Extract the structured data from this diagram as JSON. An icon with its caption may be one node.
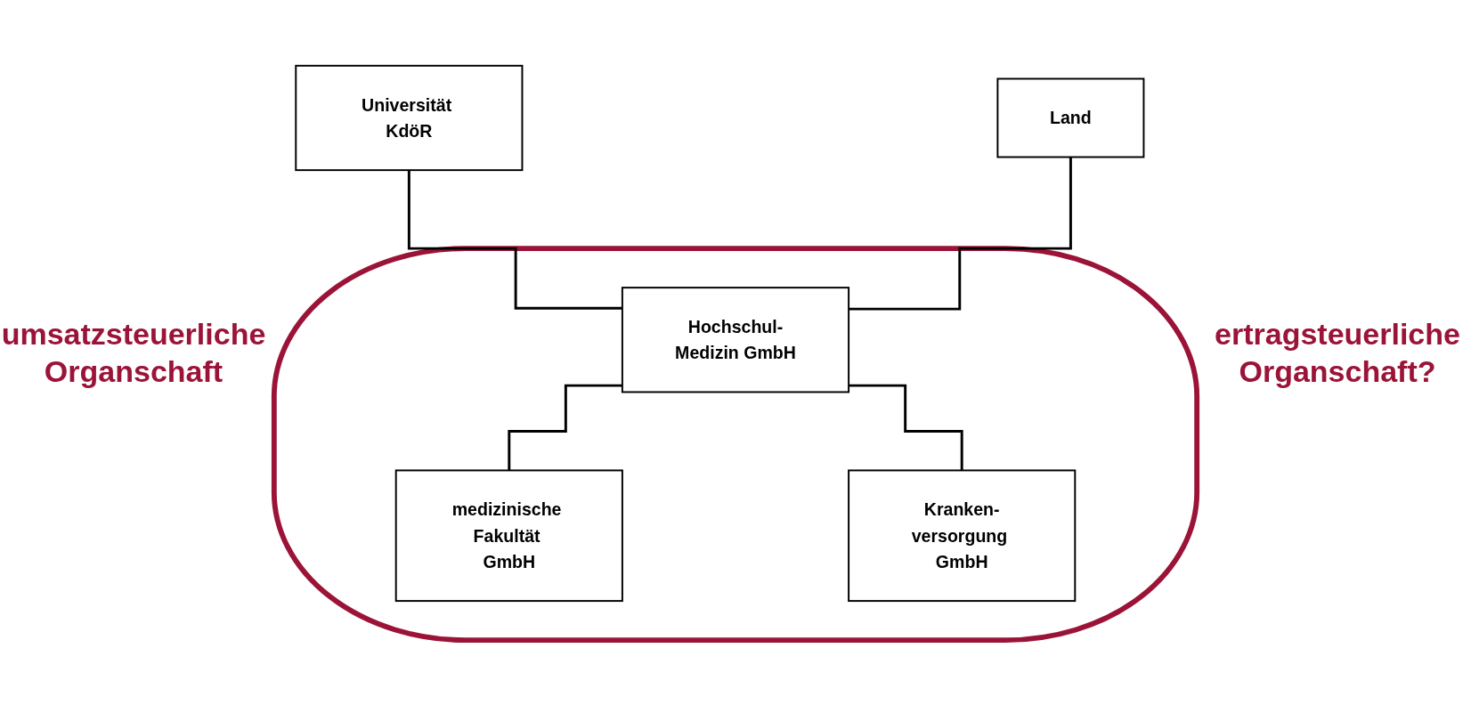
{
  "diagram": {
    "nodes": [
      {
        "text": [
          "Universität KdöR"
        ]
      },
      {
        "text": [
          "Land"
        ]
      },
      {
        "text": [],
        "shape": "ellipse",
        "beside": [
          "umsatzsteuerliche Organschaft",
          "ertragsteuerliche Organschaft?"
        ]
      },
      {
        "text": [
          "Hochschul-Medizin GmbH"
        ],
        "in": 2
      },
      {
        "text": [
          "medizinische Fakultät GmbH"
        ],
        "in": 2
      },
      {
        "text": [
          "Kranken-versorgung GmbH"
        ],
        "in": 2
      }
    ],
    "edges": [
      {
        "from": 0,
        "to": 3,
        "arrow": "none"
      },
      {
        "from": 1,
        "to": 3,
        "arrow": "none"
      },
      {
        "from": 3,
        "to": 4,
        "arrow": "none"
      },
      {
        "from": 3,
        "to": 5,
        "arrow": "none"
      }
    ]
  }
}
